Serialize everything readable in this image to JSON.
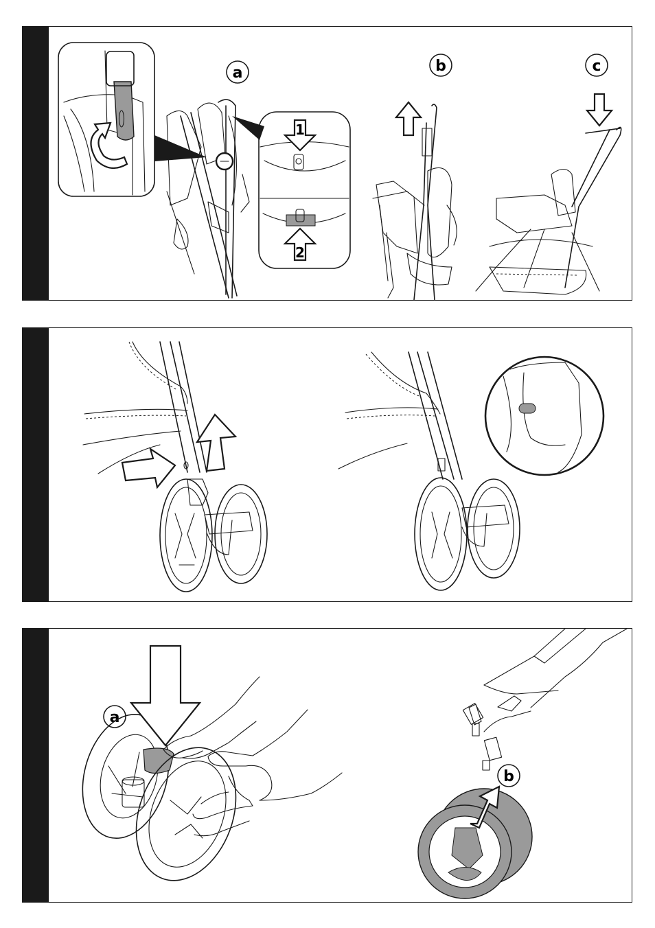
{
  "panel1": {
    "step_a": "a",
    "step_b": "b",
    "step_c": "c",
    "detail_step_1": "1",
    "detail_step_2": "2"
  },
  "panel3": {
    "step_a": "a",
    "step_b": "b"
  },
  "colors": {
    "ink": "#1a1a1a",
    "grey_highlight": "#9a9a9a",
    "background": "#ffffff"
  }
}
